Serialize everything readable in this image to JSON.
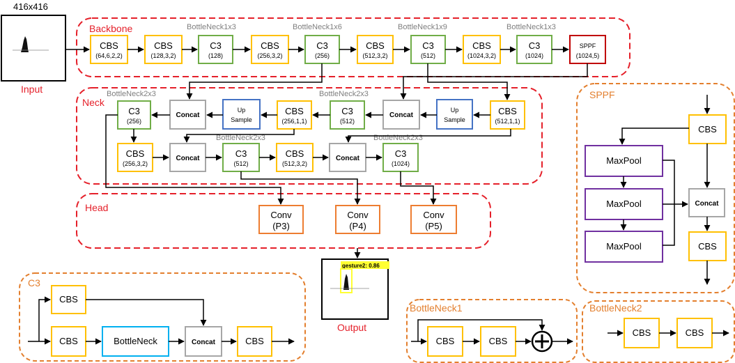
{
  "colors": {
    "cbs": "#ffc000",
    "c3": "#70ad47",
    "concat": "#a6a6a6",
    "upsample": "#4472c4",
    "sppf_block": "#c00000",
    "conv": "#ed7d31",
    "maxpool": "#7030a0",
    "bottleneck": "#00b0f0",
    "red_group": "#e5202a",
    "orange_group": "#e37f2e",
    "note": "#7f7f7f"
  },
  "input": {
    "size_label": "416x416",
    "caption": "Input"
  },
  "output": {
    "caption": "Output",
    "detection_label": "gesture2: 0.86"
  },
  "groups": {
    "backbone": "Backbone",
    "neck": "Neck",
    "head": "Head",
    "sppf": "SPPF",
    "c3": "C3",
    "bottleneck1": "BottleNeck1",
    "bottleneck2": "BottleNeck2"
  },
  "backbone": {
    "blocks": [
      {
        "name": "CBS",
        "params": "(64,6,2,2)"
      },
      {
        "name": "CBS",
        "params": "(128,3,2)"
      },
      {
        "name": "C3",
        "params": "(128)"
      },
      {
        "name": "CBS",
        "params": "(256,3,2)"
      },
      {
        "name": "C3",
        "params": "(256)"
      },
      {
        "name": "CBS",
        "params": "(512,3,2)"
      },
      {
        "name": "C3",
        "params": "(512)"
      },
      {
        "name": "CBS",
        "params": "(1024,3,2)"
      },
      {
        "name": "C3",
        "params": "(1024)"
      },
      {
        "name": "SPPF",
        "params": "(1024,5)"
      }
    ],
    "notes": [
      "BottleNeck1x3",
      "BottleNeck1x6",
      "BottleNeck1x9",
      "BottleNeck1x3"
    ]
  },
  "neck": {
    "row1": [
      {
        "name": "C3",
        "params": "(256)"
      },
      {
        "name": "Concat"
      },
      {
        "name": "Up",
        "params": "Sample"
      },
      {
        "name": "CBS",
        "params": "(256,1,1)"
      },
      {
        "name": "C3",
        "params": "(512)"
      },
      {
        "name": "Concat"
      },
      {
        "name": "Up",
        "params": "Sample"
      },
      {
        "name": "CBS",
        "params": "(512,1,1)"
      }
    ],
    "row2": [
      {
        "name": "CBS",
        "params": "(256,3,2)"
      },
      {
        "name": "Concat"
      },
      {
        "name": "C3",
        "params": "(512)"
      },
      {
        "name": "CBS",
        "params": "(512,3,2)"
      },
      {
        "name": "Concat"
      },
      {
        "name": "C3",
        "params": "(1024)"
      }
    ],
    "notes": [
      "BottleNeck2x3",
      "BottleNeck2x3",
      "BottleNeck2x3",
      "BottleNeck2x3"
    ]
  },
  "head": {
    "blocks": [
      {
        "name": "Conv",
        "params": "(P3)"
      },
      {
        "name": "Conv",
        "params": "(P4)"
      },
      {
        "name": "Conv",
        "params": "(P5)"
      }
    ]
  },
  "sppf_detail": {
    "cbs": "CBS",
    "maxpool": "MaxPool",
    "concat": "Concat"
  },
  "c3_detail": {
    "cbs": "CBS",
    "bottleneck": "BottleNeck",
    "concat": "Concat"
  },
  "bottleneck1_detail": {
    "cbs": "CBS"
  },
  "bottleneck2_detail": {
    "cbs": "CBS"
  }
}
